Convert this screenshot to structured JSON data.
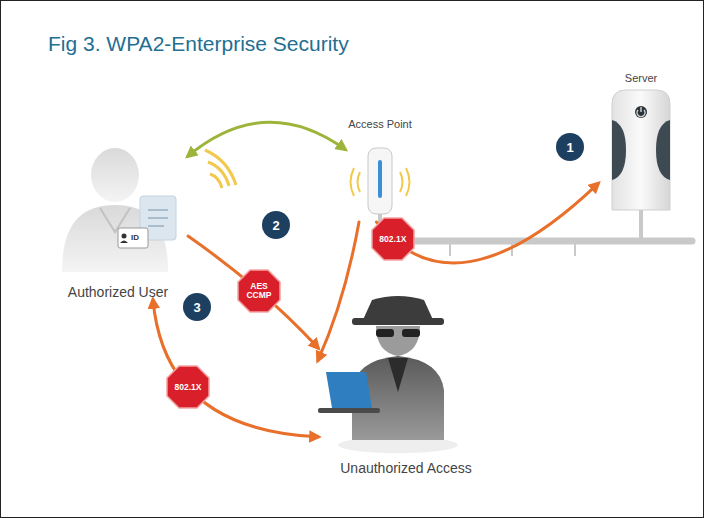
{
  "diagram": {
    "title": "Fig 3. WPA2-Enterprise Security",
    "nodes": [
      {
        "text": [
          "Server"
        ]
      },
      {
        "text": [
          "Access Point"
        ]
      },
      {
        "text": [
          "Authorized User"
        ]
      },
      {
        "text": [
          "Unauthorized Access"
        ]
      }
    ],
    "edges": [
      {
        "from": 2,
        "to": 1,
        "arrow": "both"
      },
      {
        "from": 1,
        "to": 0,
        "label": "802.1X",
        "arrow": "to"
      },
      {
        "from": 1,
        "to": 3,
        "arrow": "to"
      },
      {
        "from": 2,
        "to": 3,
        "label": "AES CCMP",
        "arrow": "to"
      },
      {
        "from": 2,
        "to": 3,
        "label": "802.1X",
        "arrow": "both"
      }
    ],
    "labels": [
      "1",
      "2",
      "3",
      "ID"
    ]
  }
}
